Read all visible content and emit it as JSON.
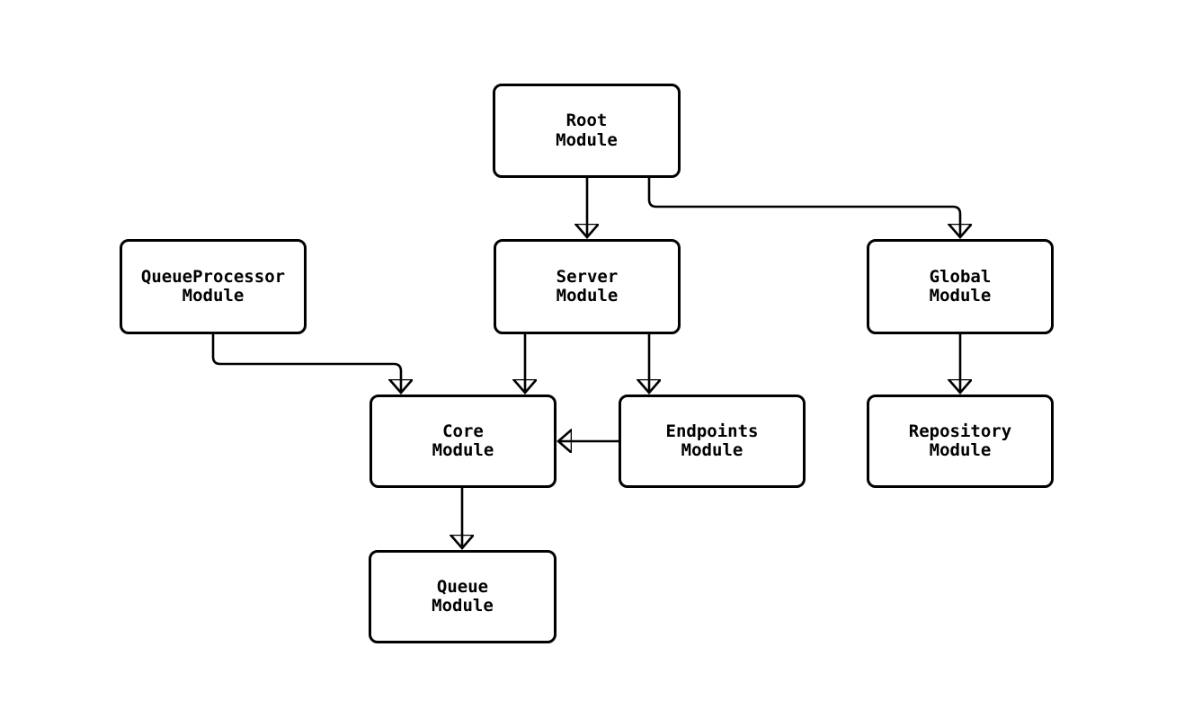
{
  "diagram": {
    "type": "flowchart",
    "direction": "top-down",
    "background_color": "#ffffff",
    "node_fill_color": "#ffffff",
    "node_border_color": "#000000",
    "edge_color": "#000000",
    "text_color": "#000000"
  },
  "nodes": [
    {
      "id": "root",
      "label": "Root\nModule"
    },
    {
      "id": "queueprocessor",
      "label": "QueueProcessor\nModule"
    },
    {
      "id": "server",
      "label": "Server\nModule"
    },
    {
      "id": "global",
      "label": "Global\nModule"
    },
    {
      "id": "core",
      "label": "Core\nModule"
    },
    {
      "id": "endpoints",
      "label": "Endpoints\nModule"
    },
    {
      "id": "repository",
      "label": "Repository\nModule"
    },
    {
      "id": "queue",
      "label": "Queue\nModule"
    }
  ],
  "edges": [
    {
      "from": "Root Module",
      "to": "Server Module"
    },
    {
      "from": "Root Module",
      "to": "Global Module"
    },
    {
      "from": "QueueProcessor Module",
      "to": "Core Module"
    },
    {
      "from": "Server Module",
      "to": "Core Module"
    },
    {
      "from": "Server Module",
      "to": "Endpoints Module"
    },
    {
      "from": "Global Module",
      "to": "Repository Module"
    },
    {
      "from": "Endpoints Module",
      "to": "Core Module"
    },
    {
      "from": "Core Module",
      "to": "Queue Module"
    }
  ]
}
